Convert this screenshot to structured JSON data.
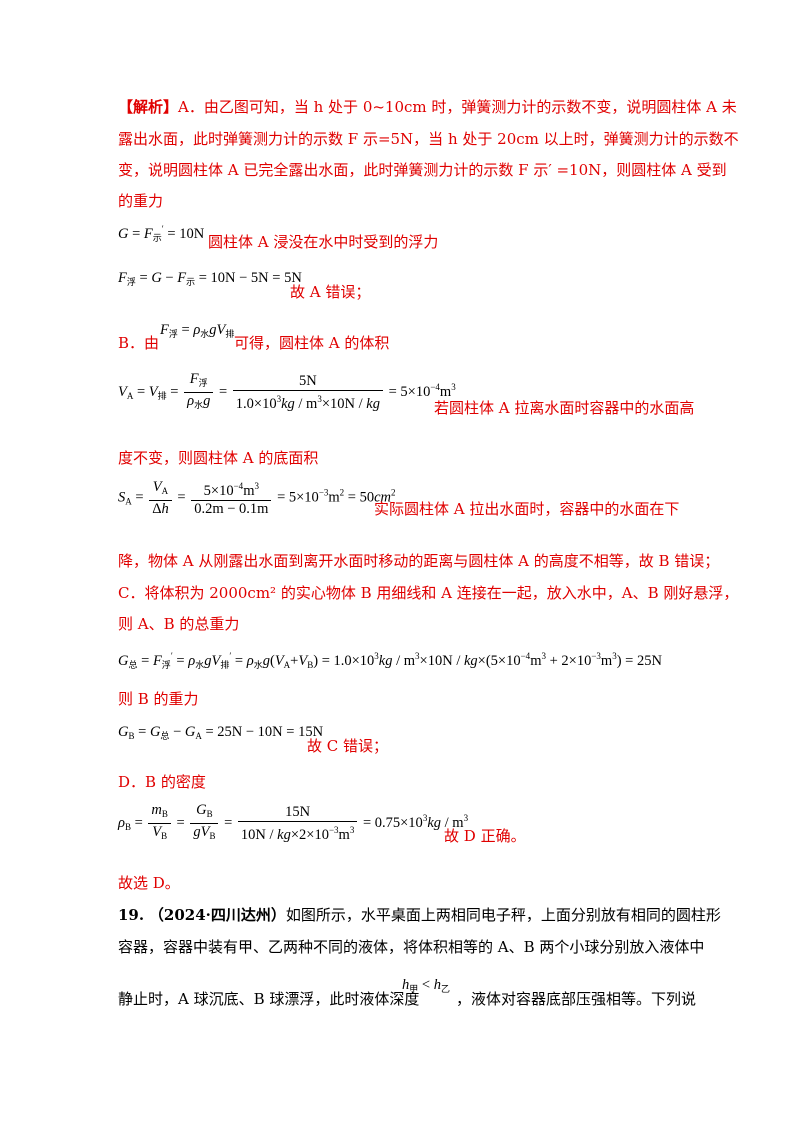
{
  "analysis_a": {
    "bracket_label": "【解析】",
    "line1": "A．由乙图可知，当 h 处于 0~10cm 时，弹簧测力计的示数不变，说明圆柱体 A 未",
    "line2": "露出水面，此时弹簧测力计的示数 F 示=5N，当 h 处于 20cm 以上时，弹簧测力计的示数不",
    "line3": "变，说明圆柱体 A 已完全露出水面，此时弹簧测力计的示数 F 示′ =10N，则圆柱体 A 受到",
    "line4": "的重力",
    "eq1_note": "圆柱体 A 浸没在水中时受到的浮力",
    "eq2_note": "故 A 错误；"
  },
  "analysis_b": {
    "intro_before": "B．由",
    "intro_after": "可得，圆柱体 A 的体积",
    "eq3_note": "若圆柱体 A 拉离水面时容器中的水面高",
    "line_cont": "度不变，则圆柱体 A 的底面积",
    "eq4_note": "实际圆柱体 A 拉出水面时，容器中的水面在下",
    "line_end": "降，物体 A 从刚露出水面到离开水面时移动的距离与圆柱体 A 的高度不相等，故 B 错误；"
  },
  "analysis_c": {
    "line1": "C．将体积为 2000cm² 的实心物体 B 用细线和 A 连接在一起，放入水中，A、B 刚好悬浮，",
    "line2": "则 A、B 的总重力",
    "line3": "则 B 的重力",
    "eq_note": "故 C 错误；"
  },
  "analysis_d": {
    "line1": "D．B 的密度",
    "eq_note": "故 D 正确。",
    "conclusion": "故选 D。"
  },
  "question19": {
    "number": "19.",
    "source": "（2024·四川达州）",
    "line1_text": "如图所示，水平桌面上两相同电子秤，上面分别放有相同的圆柱形",
    "line2": "容器，容器中装有甲、乙两种不同的液体，将体积相等的 A、B 两个小球分别放入液体中",
    "line3_before": "静止时，A 球沉底、B 球漂浮，此时液体深度",
    "line3_after": "，液体对容器底部压强相等。下列说"
  }
}
